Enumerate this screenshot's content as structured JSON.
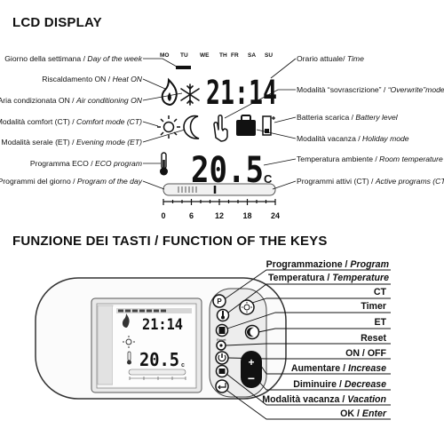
{
  "headings": {
    "lcd": "LCD DISPLAY",
    "keys": "FUNZIONE DEI TASTI  /  FUNCTION OF THE KEYS"
  },
  "days": [
    "MO",
    "TU",
    "WE",
    "TH",
    "FR",
    "SA",
    "SU"
  ],
  "lcd": {
    "time": "21:14",
    "temperature": "20.5",
    "unit": "C",
    "timeline_ticks": [
      "0",
      "6",
      "12",
      "18",
      "24"
    ]
  },
  "labels_left": [
    {
      "it": "Giorno della settimana / ",
      "en": "Day of the week"
    },
    {
      "it": "Riscaldamento ON / ",
      "en": "Heat ON"
    },
    {
      "it": "Aria condizionata ON / ",
      "en": "Air conditioning ON"
    },
    {
      "it": "Modalità comfort (CT) / ",
      "en": "Comfort mode (CT)"
    },
    {
      "it": "Modalità serale (ET) / ",
      "en": "Evening mode (ET)"
    },
    {
      "it": "Programma ECO / ",
      "en": "ECO program"
    },
    {
      "it": "Programmi del giorno / ",
      "en": "Program of the day"
    }
  ],
  "labels_right": [
    {
      "it": "Orario attuale/ ",
      "en": "Time"
    },
    {
      "it": "Modalità “sovrascrizione” / ",
      "en": "“Overwrite”mode"
    },
    {
      "it": "Batteria scarica / ",
      "en": "Battery level"
    },
    {
      "it": "Modalità vacanza / ",
      "en": "Holiday mode"
    },
    {
      "it": "Temperatura ambiente / ",
      "en": "Room temperature"
    },
    {
      "it": "Programmi attivi (CT) / ",
      "en": "Active programs (CT)"
    }
  ],
  "keys": [
    {
      "it": "Programmazione / ",
      "en": "Program"
    },
    {
      "it": "Temperatura / ",
      "en": "Temperature"
    },
    {
      "it": "CT",
      "en": ""
    },
    {
      "it": "Timer",
      "en": ""
    },
    {
      "it": "ET",
      "en": ""
    },
    {
      "it": "Reset",
      "en": ""
    },
    {
      "it": "ON / OFF",
      "en": ""
    },
    {
      "it": "Aumentare / ",
      "en": "Increase"
    },
    {
      "it": "Diminuire / ",
      "en": "Decrease"
    },
    {
      "it": "Modalità vacanza / ",
      "en": "Vacation"
    },
    {
      "it": "OK / ",
      "en": "Enter"
    }
  ],
  "device": {
    "time": "21:14",
    "temperature": "20.5",
    "unit": "c",
    "reset_label": "Reset"
  }
}
